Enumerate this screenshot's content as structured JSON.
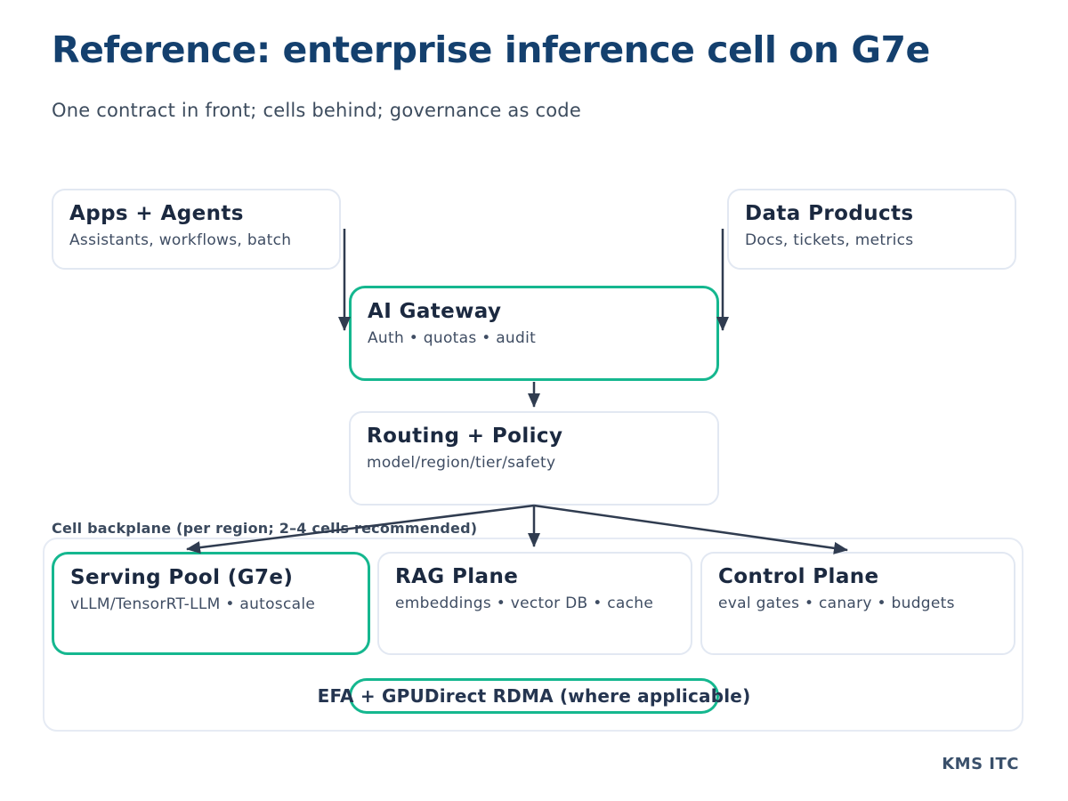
{
  "header": {
    "title": "Reference: enterprise inference cell on G7e",
    "subtitle": "One contract in front; cells behind; governance as code"
  },
  "nodes": {
    "apps_agents": {
      "title": "Apps + Agents",
      "subtitle": "Assistants, workflows, batch"
    },
    "data_products": {
      "title": "Data Products",
      "subtitle": "Docs, tickets, metrics"
    },
    "ai_gateway": {
      "title": "AI Gateway",
      "subtitle": "Auth • quotas • audit"
    },
    "routing_policy": {
      "title": "Routing + Policy",
      "subtitle": "model/region/tier/safety"
    },
    "serving_pool": {
      "title": "Serving Pool (G7e)",
      "subtitle": "vLLM/TensorRT-LLM • autoscale"
    },
    "rag_plane": {
      "title": "RAG Plane",
      "subtitle": "embeddings • vector DB • cache"
    },
    "control_plane": {
      "title": "Control Plane",
      "subtitle": "eval gates • canary • budgets"
    }
  },
  "backplane": {
    "label": "Cell backplane (per region; 2–4 cells recommended)",
    "interconnect_pill": "EFA + GPUDirect RDMA (where applicable)"
  },
  "footer": {
    "brand": "KMS ITC"
  },
  "colors": {
    "accent_teal": "#15b78f",
    "title_navy": "#14406e",
    "arrow_slate": "#303c50",
    "card_border": "#e2e8f2"
  }
}
